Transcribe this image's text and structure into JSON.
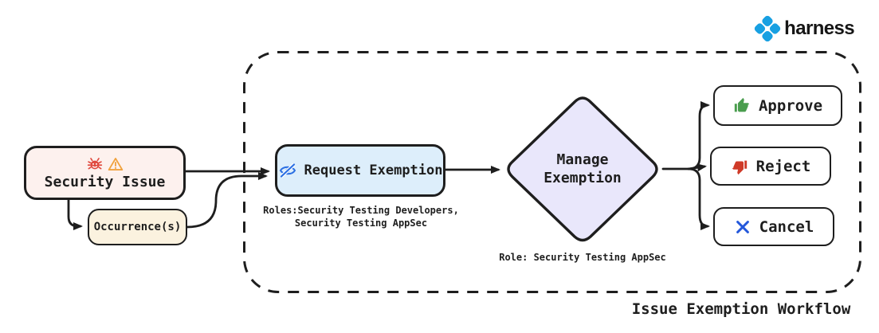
{
  "brand": {
    "name": "harness",
    "logo_icon": "harness-logo-icon",
    "logo_color": "#18a0e2"
  },
  "diagram": {
    "title": "Issue Exemption Workflow",
    "nodes": {
      "security_issue": {
        "label": "Security Issue",
        "icons": [
          "bug-icon",
          "warning-icon"
        ],
        "bg_color": "#fdf1ee"
      },
      "occurrence": {
        "label": "Occurrence(s)",
        "bg_color": "#fbf2df"
      },
      "request_exemption": {
        "label": "Request Exemption",
        "icon": "eye-off-icon",
        "bg_color": "#ddeefb",
        "caption_line1": "Roles:Security Testing Developers,",
        "caption_line2": "Security Testing AppSec"
      },
      "manage_exemption": {
        "label_line1": "Manage",
        "label_line2": "Exemption",
        "bg_color": "#e9e7fb",
        "caption": "Role: Security Testing AppSec"
      },
      "approve": {
        "label": "Approve",
        "icon": "thumbs-up-icon",
        "icon_color": "#4a9d4e"
      },
      "reject": {
        "label": "Reject",
        "icon": "thumbs-down-icon",
        "icon_color": "#cf3a28"
      },
      "cancel": {
        "label": "Cancel",
        "icon": "x-icon",
        "icon_color": "#2458db"
      }
    },
    "colors": {
      "stroke": "#1e1e1e",
      "bug_red": "#e04a3f",
      "warning_orange": "#f0a23e",
      "eye_blue": "#2b6fe3"
    }
  }
}
